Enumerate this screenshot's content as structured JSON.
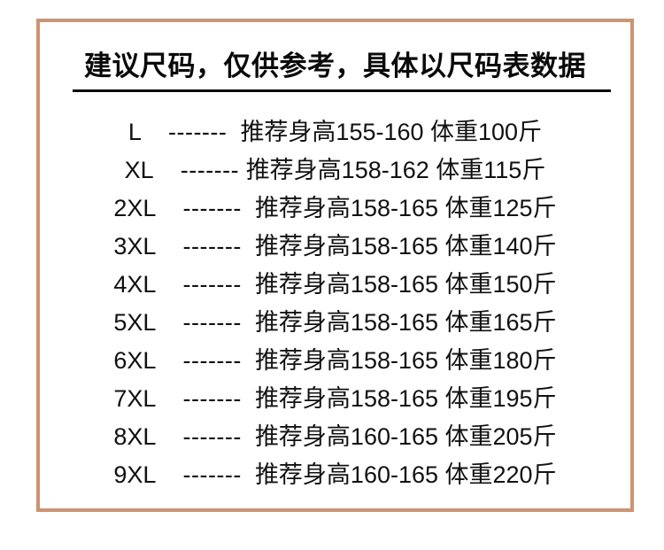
{
  "card": {
    "border_color": "#cf9371",
    "background": "#ffffff",
    "title": "建议尺码，仅供参考，具体以尺码表数据",
    "title_rule_color": "#0a0a0a"
  },
  "size_chart": {
    "separator": "-------",
    "rows": [
      {
        "size": "L",
        "separator": "-------",
        "detail": "推荐身高155-160 体重100斤",
        "height_range": "155-160",
        "weight": "100斤"
      },
      {
        "size": "XL",
        "separator": "-------",
        "detail": "推荐身高158-162 体重115斤",
        "height_range": "158-162",
        "weight": "115斤"
      },
      {
        "size": "2XL",
        "separator": "-------",
        "detail": "推荐身高158-165 体重125斤",
        "height_range": "158-165",
        "weight": "125斤"
      },
      {
        "size": "3XL",
        "separator": "-------",
        "detail": "推荐身高158-165 体重140斤",
        "height_range": "158-165",
        "weight": "140斤"
      },
      {
        "size": "4XL",
        "separator": "-------",
        "detail": "推荐身高158-165 体重150斤",
        "height_range": "158-165",
        "weight": "150斤"
      },
      {
        "size": "5XL",
        "separator": "-------",
        "detail": "推荐身高158-165 体重165斤",
        "height_range": "158-165",
        "weight": "165斤"
      },
      {
        "size": "6XL",
        "separator": "-------",
        "detail": "推荐身高158-165 体重180斤",
        "height_range": "158-165",
        "weight": "180斤"
      },
      {
        "size": "7XL",
        "separator": "-------",
        "detail": "推荐身高158-165 体重195斤",
        "height_range": "158-165",
        "weight": "195斤"
      },
      {
        "size": "8XL",
        "separator": "-------",
        "detail": "推荐身高160-165 体重205斤",
        "height_range": "160-165",
        "weight": "205斤"
      },
      {
        "size": "9XL",
        "separator": "-------",
        "detail": "推荐身高160-165 体重220斤",
        "height_range": "160-165",
        "weight": "220斤"
      }
    ]
  }
}
